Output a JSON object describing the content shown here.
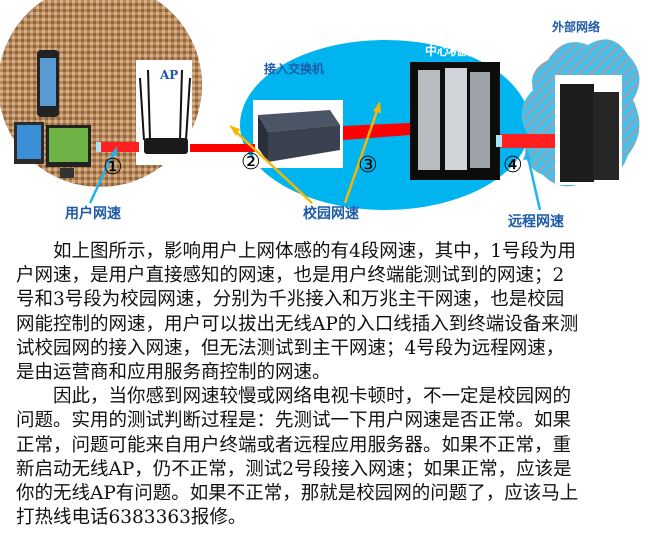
{
  "diagram": {
    "ap_label": "AP",
    "switch_label": "接入交换机",
    "datacenter_label": "中心机房",
    "external_label": "外部网络",
    "segments": [
      "①",
      "②",
      "③",
      "④"
    ],
    "user_speed_label": "用户网速",
    "campus_speed_label": "校园网速",
    "remote_speed_label": "远程网速",
    "colors": {
      "ellipse": "#00b4ef",
      "cable": "#ff0000",
      "arrow_blue": "#1eb4ee",
      "arrow_yellow": "#f5b800",
      "label": "#1e5aa8"
    }
  },
  "text": {
    "lines": [
      "　　如上图所示，影响用户上网体感的有4段网速，其中，1号段为用",
      "户网速，是用户直接感知的网速，也是用户终端能测试到的网速；2",
      "号和3号段为校园网速，分别为千兆接入和万兆主干网速，也是校园",
      "网能控制的网速，用户可以拔出无线AP的入口线插入到终端设备来测",
      "试校园网的接入网速，但无法测试到主干网速；4号段为远程网速，",
      "是由运营商和应用服务商控制的网速。",
      "　　因此，当你感到网速较慢或网络电视卡顿时，不一定是校园网的",
      "问题。实用的测试判断过程是：先测试一下用户网速是否正常。如果",
      "正常，问题可能来自用户终端或者远程应用服务器。如果不正常，重",
      "新启动无线AP，仍不正常，测试2号段接入网速；如果正常，应该是",
      "你的无线AP有问题。如果不正常，那就是校园网的问题了，应该马上",
      "打热线电话6383363报修。"
    ]
  }
}
